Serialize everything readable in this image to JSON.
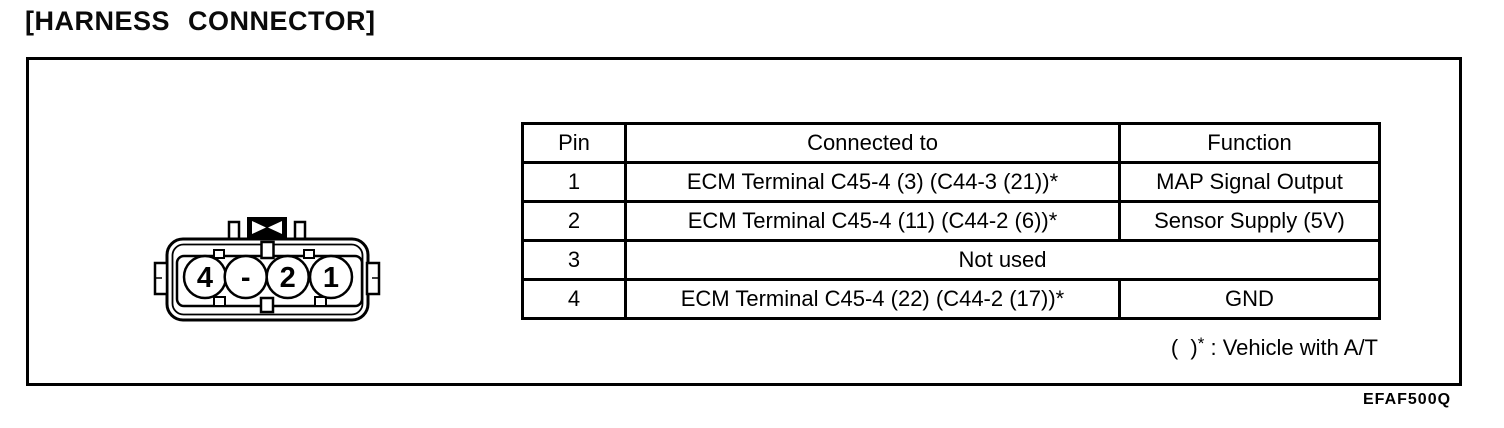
{
  "page": {
    "title": "[HARNESS CONNECTOR]",
    "figure_code": "EFAF500Q"
  },
  "connector": {
    "pins": [
      "4",
      "-",
      "2",
      "1"
    ]
  },
  "pin_table": {
    "headers": {
      "pin": "Pin",
      "connected_to": "Connected to",
      "function": "Function"
    },
    "rows": [
      {
        "pin": "1",
        "connected_to": "ECM Terminal C45-4 (3) (C44-3 (21))*",
        "function": "MAP Signal Output"
      },
      {
        "pin": "2",
        "connected_to": "ECM Terminal C45-4 (11) (C44-2 (6))*",
        "function": "Sensor Supply (5V)"
      },
      {
        "pin": "3",
        "connected_to": "Not used"
      },
      {
        "pin": "4",
        "connected_to": "ECM Terminal C45-4 (22) (C44-2 (17))*",
        "function": "GND"
      }
    ],
    "footnote_paren": "(  )",
    "footnote_star": "*",
    "footnote_text": " : Vehicle with A/T"
  }
}
